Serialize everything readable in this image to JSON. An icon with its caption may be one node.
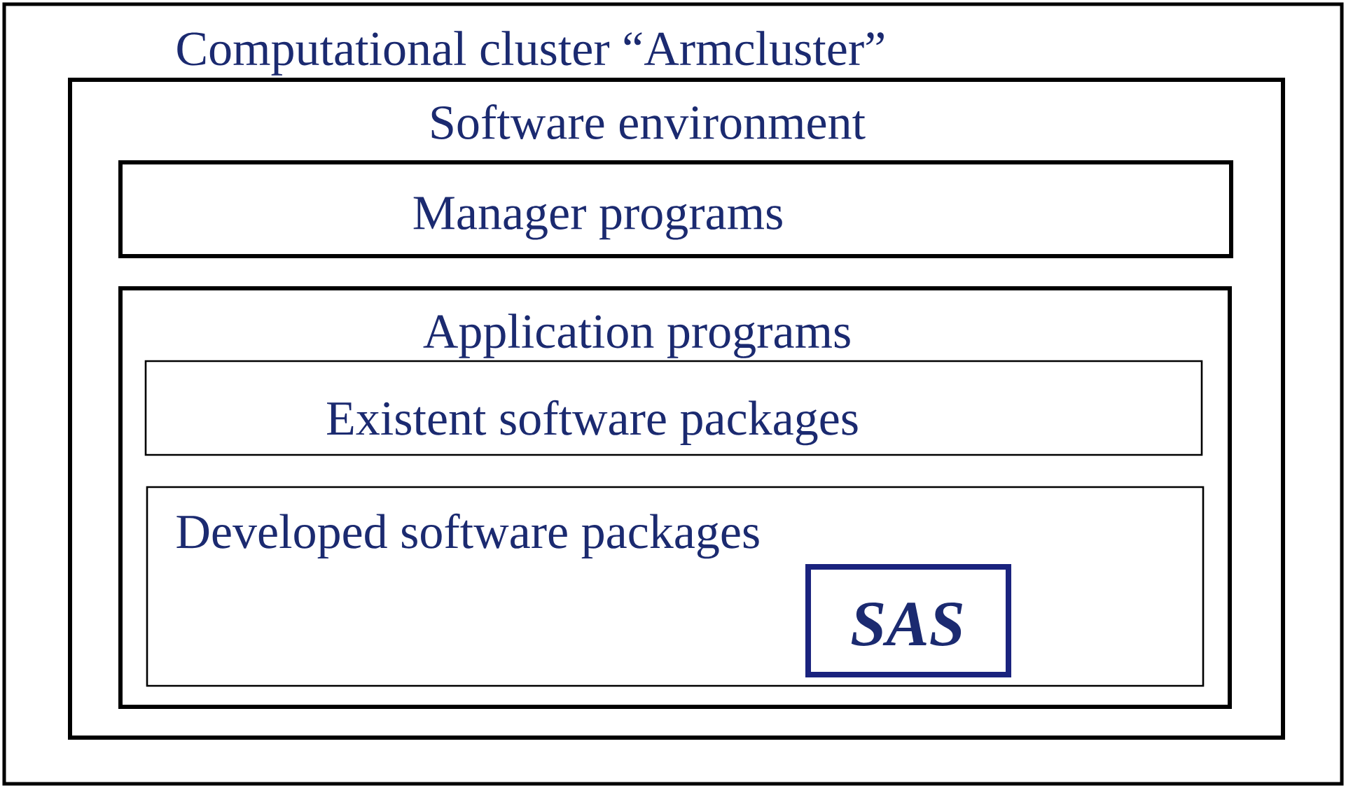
{
  "diagram": {
    "nodes": [
      {
        "text": [
          "Computational cluster “Armcluster”"
        ]
      },
      {
        "text": [
          "Software environment"
        ],
        "in": 0
      },
      {
        "text": [
          "Manager programs"
        ],
        "in": 1
      },
      {
        "text": [
          "Application programs"
        ],
        "in": 1
      },
      {
        "text": [
          "Existent software packages"
        ],
        "in": 3
      },
      {
        "text": [
          "Developed software packages"
        ],
        "in": 3
      },
      {
        "text": [
          "SAS"
        ],
        "in": 5
      }
    ]
  }
}
